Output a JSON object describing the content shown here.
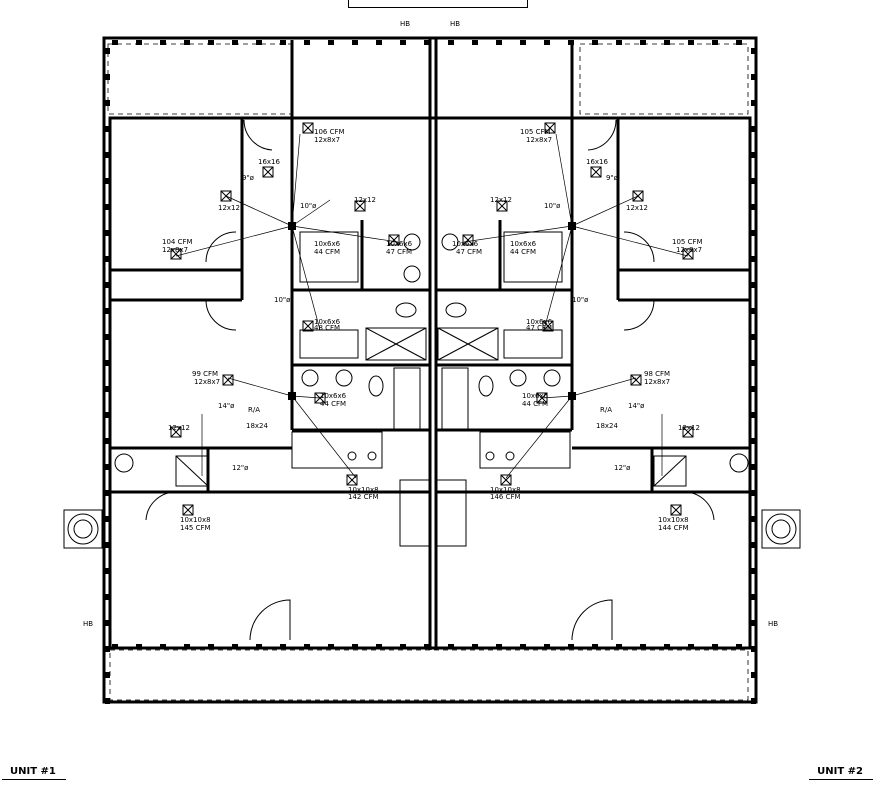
{
  "header": {
    "title_box": ""
  },
  "units": [
    {
      "label": "UNIT #1"
    },
    {
      "label": "UNIT #2"
    }
  ],
  "hose_bib": "HB",
  "annotations": {
    "diffusers": [
      {
        "name": "diffuser-106",
        "cfm": "106 CFM",
        "size": "12x8x7"
      },
      {
        "name": "diffuser-104",
        "cfm": "104 CFM",
        "size": "12x8x7"
      },
      {
        "name": "diffuser-99",
        "cfm": "99 CFM",
        "size": "12x8x7"
      },
      {
        "name": "diffuser-105a",
        "cfm": "105 CFM",
        "size": "12x8x7"
      },
      {
        "name": "diffuser-105b",
        "cfm": "105 CFM",
        "size": "12x8x7"
      },
      {
        "name": "diffuser-98",
        "cfm": "98 CFM",
        "size": "12x8x7"
      }
    ],
    "exhaust": [
      {
        "name": "exhaust-44a",
        "size": "10x6x6",
        "cfm": "44 CFM"
      },
      {
        "name": "exhaust-47a",
        "size": "10x6x6",
        "cfm": "47 CFM"
      },
      {
        "name": "exhaust-48",
        "size": "10x6x6",
        "cfm": "48 CFM"
      },
      {
        "name": "exhaust-44b",
        "size": "10x6x6",
        "cfm": "44 CFM"
      },
      {
        "name": "exhaust-47b",
        "size": "10x6x6",
        "cfm": "47 CFM"
      },
      {
        "name": "exhaust-44c",
        "size": "10x6x6",
        "cfm": "44 CFM"
      },
      {
        "name": "exhaust-47c",
        "size": "10x6x6",
        "cfm": "47 CFM"
      },
      {
        "name": "exhaust-44d",
        "size": "10x6x6",
        "cfm": "44 CFM"
      }
    ],
    "large_diffusers": [
      {
        "name": "diffuser-142",
        "size": "10x10x8",
        "cfm": "142 CFM"
      },
      {
        "name": "diffuser-145",
        "size": "10x10x8",
        "cfm": "145 CFM"
      },
      {
        "name": "diffuser-146",
        "size": "10x10x8",
        "cfm": "146 CFM"
      },
      {
        "name": "diffuser-144",
        "size": "10x10x8",
        "cfm": "144 CFM"
      }
    ],
    "returns": [
      "12x12",
      "16x16",
      "12x12",
      "12x12",
      "16x16",
      "12x12",
      "12x12",
      "12x12"
    ],
    "duct_sizes": [
      "10\"ø",
      "9\"ø",
      "10\"ø",
      "14\"ø",
      "12\"ø",
      "10\"ø",
      "9\"ø",
      "10\"ø",
      "14\"ø",
      "12\"ø"
    ],
    "return_air": [
      "R/A",
      "18x24",
      "R/A",
      "18x24"
    ]
  }
}
